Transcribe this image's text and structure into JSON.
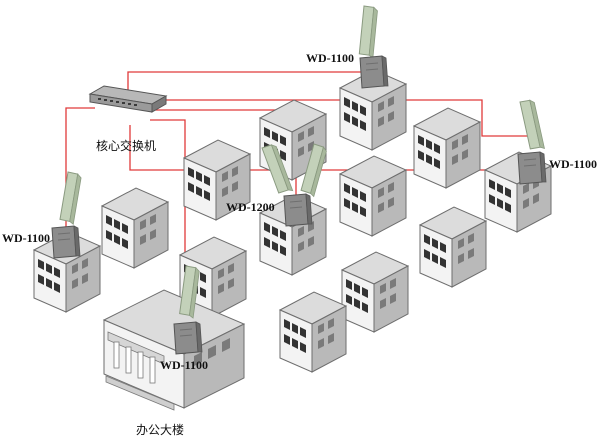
{
  "labels": {
    "switch": "核心交换机",
    "office": "办公大楼",
    "ap_top": "WD-1100",
    "ap_left": "WD-1100",
    "ap_right": "WD-1100",
    "ap_center": "WD-1200",
    "ap_office": "WD-1100"
  },
  "colors": {
    "link": "#e03a3a",
    "building_front": "#f3f3f3",
    "building_side": "#b9b9b9",
    "building_roof": "#dcdcdc",
    "window": "#333333",
    "ap_box": "#8c8c8c",
    "antenna": "#c3d1b9"
  },
  "icons": {
    "switch": "network-switch-icon",
    "ap": "wireless-access-point-icon",
    "antenna": "panel-antenna-icon",
    "building": "building-icon",
    "office": "office-building-icon"
  }
}
